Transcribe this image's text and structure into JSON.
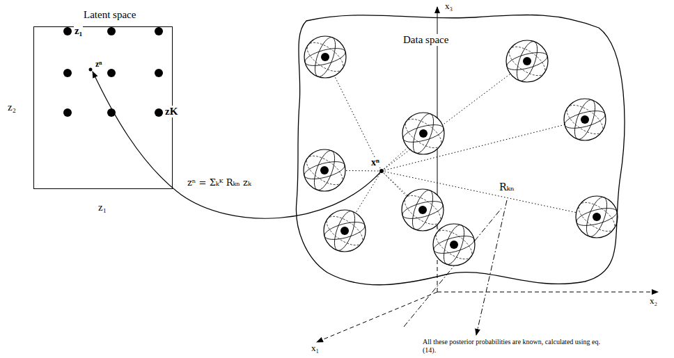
{
  "diagram": {
    "nodes": [
      {
        "text": [
          "Latent space"
        ]
      },
      {
        "text": [
          "Data space"
        ]
      }
    ],
    "labels": [
      "z₁",
      "zⁿ",
      "zK",
      "z₂",
      "z₁",
      "zⁿ = Σₖᴷ Rₖₙ zₖ",
      "xⁿ",
      "Rₖₙ",
      "x₃",
      "x₂",
      "x₁",
      "All these posterior probabilities are known, calculated using eq. (14)."
    ]
  }
}
